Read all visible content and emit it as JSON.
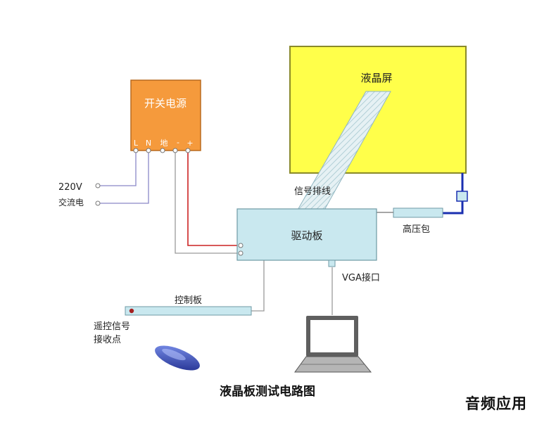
{
  "diagram": {
    "power_supply": {
      "title": "开关电源",
      "terminals": [
        "L",
        "N",
        "地",
        "-",
        "+"
      ]
    },
    "mains": {
      "voltage": "220V",
      "type": "交流电"
    },
    "lcd_panel": "液晶屏",
    "signal_cable": "信号排线",
    "driver_board": "驱动板",
    "inverter": "高压包",
    "vga_port": "VGA接口",
    "control_board": "控制板",
    "ir_receiver": {
      "line1": "遥控信号",
      "line2": "接收点"
    },
    "caption": "液晶板测试电路图"
  },
  "watermark": "音频应用",
  "colors": {
    "power_supply_fill": "#f59a3c",
    "lcd_fill": "#ffff4a",
    "board_fill": "#c9e8ef",
    "positive_wire": "#cc2222",
    "inverter_wire": "#1a2fb0",
    "mains_wire": "#8a88c8"
  }
}
